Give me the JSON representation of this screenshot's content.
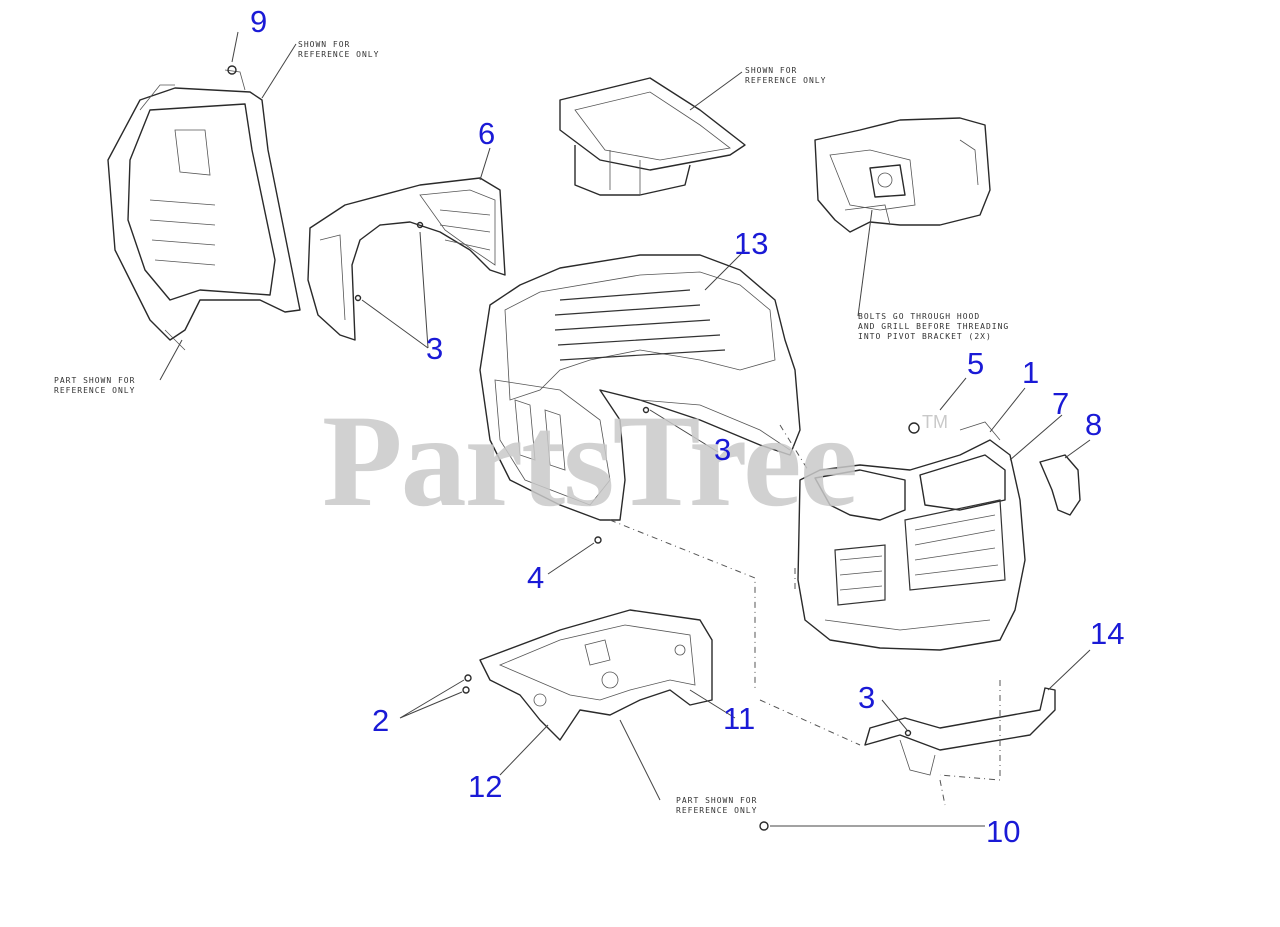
{
  "watermark": {
    "text": "PartsTree",
    "trademark": "TM"
  },
  "notes": {
    "seat_pan_ref": "SHOWN FOR\nREFERENCE ONLY",
    "chute_ref": "SHOWN FOR\nREFERENCE ONLY",
    "bolts_note": "BOLTS GO THROUGH HOOD\nAND GRILL BEFORE THREADING\nINTO PIVOT BRACKET (2X)",
    "dash_ref": "PART SHOWN FOR\nREFERENCE ONLY",
    "frame_ref": "PART SHOWN FOR\nREFERENCE ONLY"
  },
  "callouts": [
    {
      "id": "c9",
      "label": "9"
    },
    {
      "id": "c6",
      "label": "6"
    },
    {
      "id": "c13",
      "label": "13"
    },
    {
      "id": "c3a",
      "label": "3"
    },
    {
      "id": "c5",
      "label": "5"
    },
    {
      "id": "c1",
      "label": "1"
    },
    {
      "id": "c7",
      "label": "7"
    },
    {
      "id": "c8",
      "label": "8"
    },
    {
      "id": "c3b",
      "label": "3"
    },
    {
      "id": "c4",
      "label": "4"
    },
    {
      "id": "c14",
      "label": "14"
    },
    {
      "id": "c3c",
      "label": "3"
    },
    {
      "id": "c2",
      "label": "2"
    },
    {
      "id": "c11",
      "label": "11"
    },
    {
      "id": "c12",
      "label": "12"
    },
    {
      "id": "c10",
      "label": "10"
    }
  ]
}
